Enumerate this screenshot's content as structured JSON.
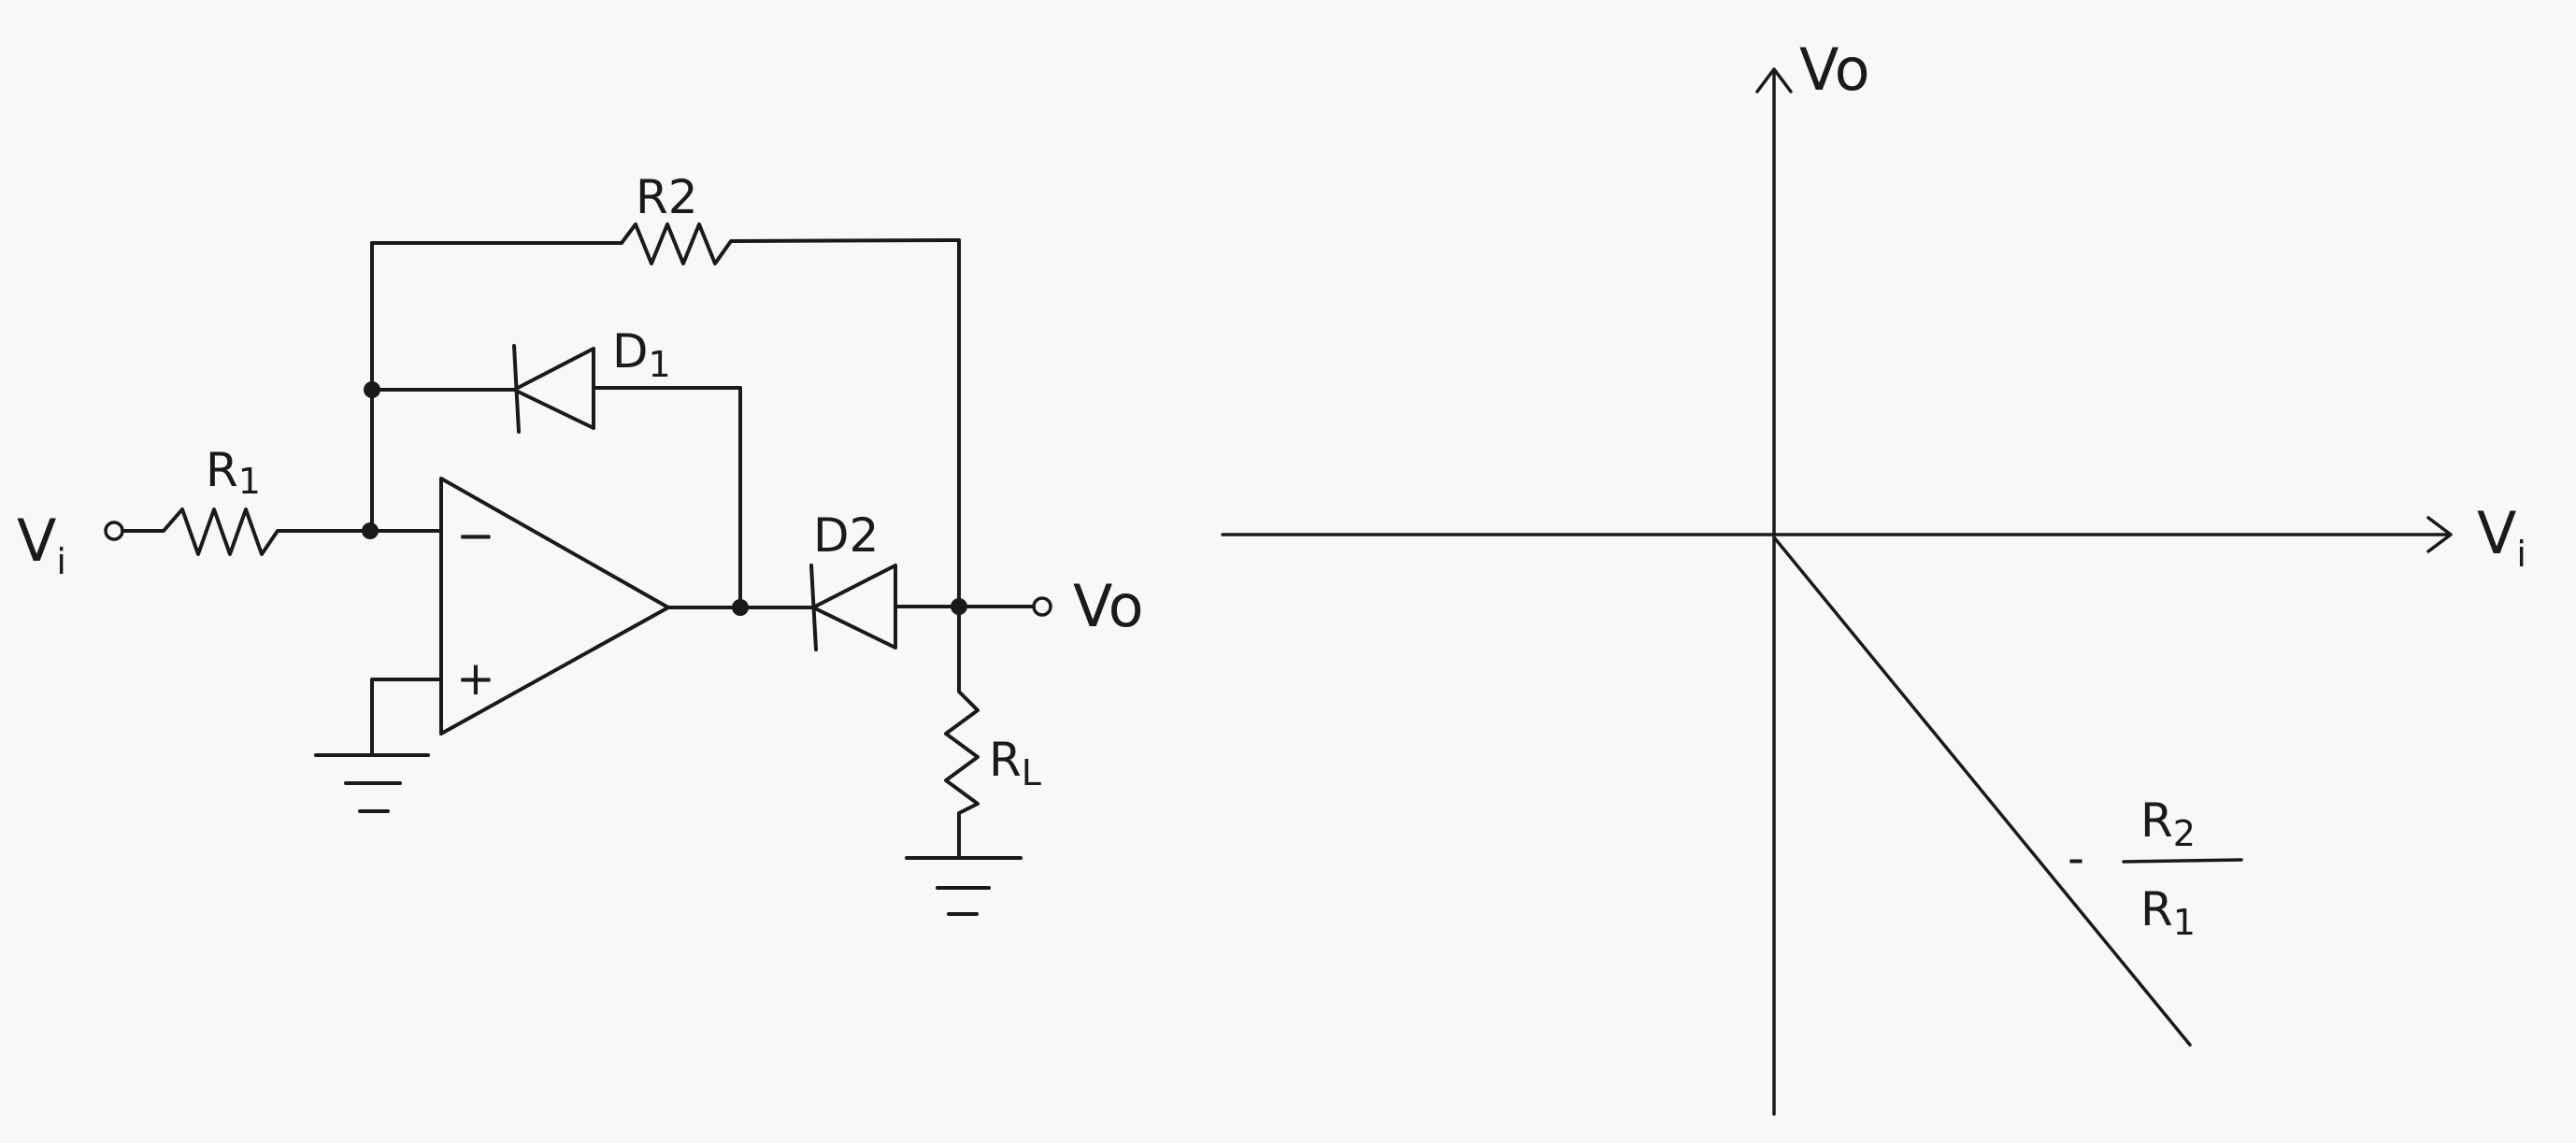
{
  "circuit": {
    "input_label": "V",
    "input_sub": "i",
    "output_label": "Vo",
    "r1_label": "R",
    "r1_sub": "1",
    "r2_label": "R2",
    "d1_label": "D",
    "d1_sub": "1",
    "d2_label": "D2",
    "rl_label": "R",
    "rl_sub": "L",
    "opamp_minus": "−",
    "opamp_plus": "+"
  },
  "graph": {
    "y_axis_label": "Vo",
    "x_axis_label": "V",
    "x_axis_sub": "i",
    "slope_sign": "-",
    "slope_num": "R",
    "slope_num_sub": "2",
    "slope_den": "R",
    "slope_den_sub": "1"
  }
}
